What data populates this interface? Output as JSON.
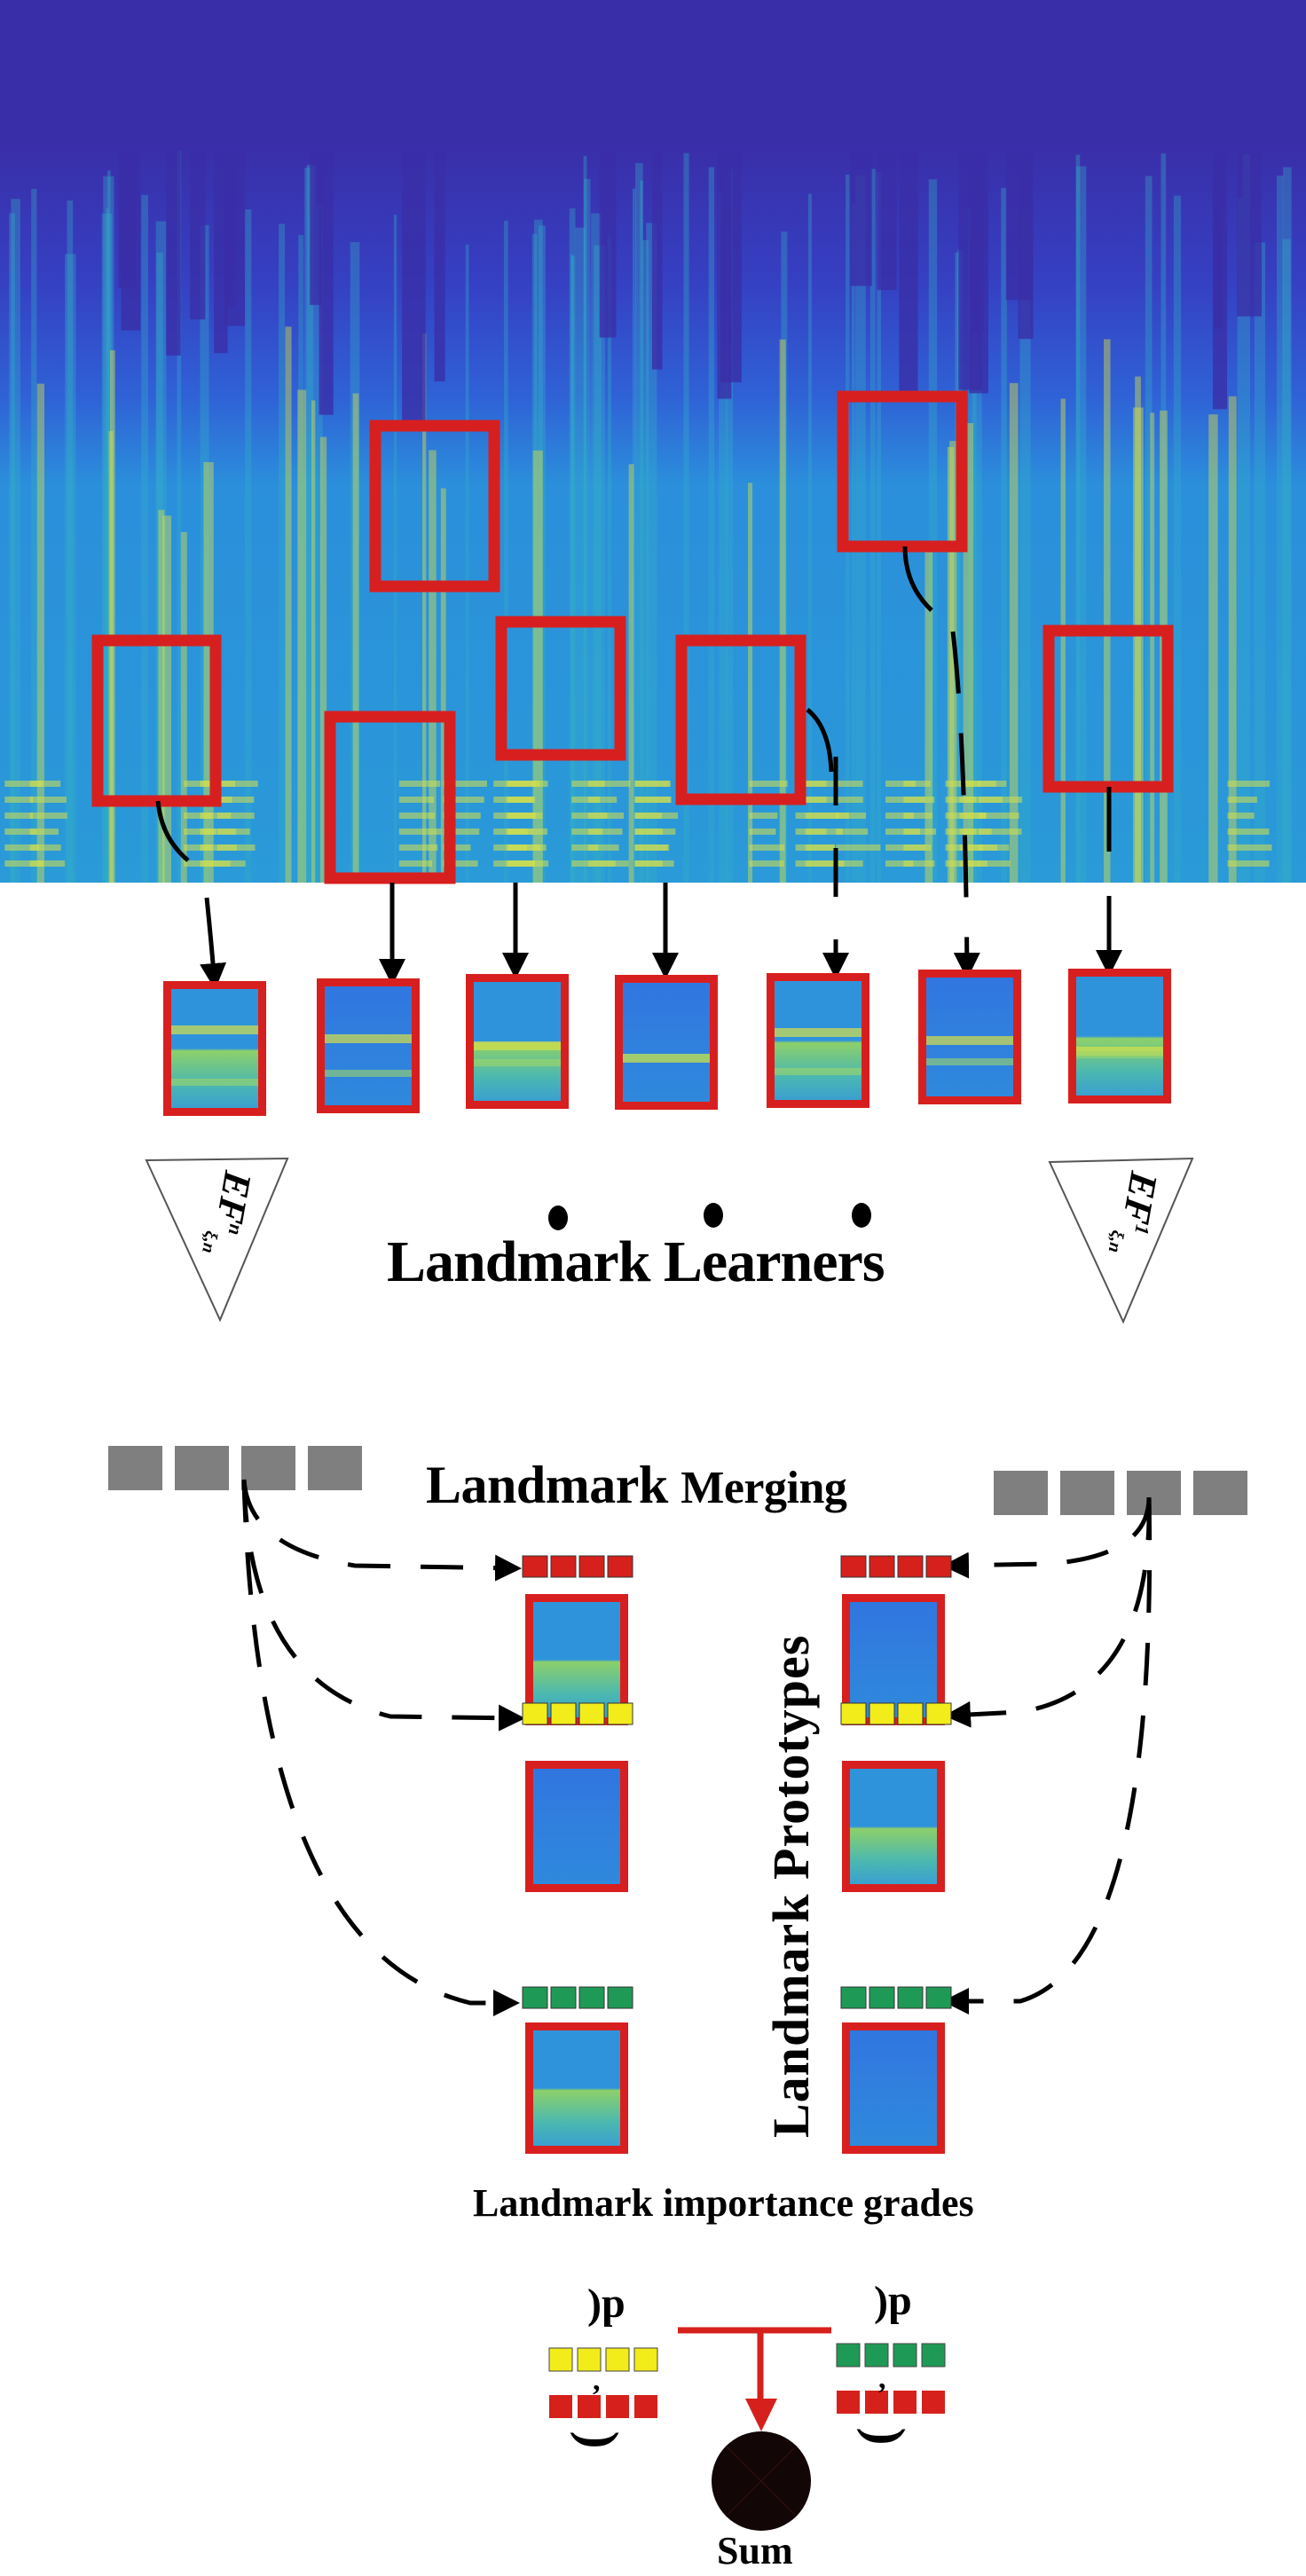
{
  "figure": {
    "type": "method-diagram",
    "colors": {
      "spectrogram_top": "#3a2ea8",
      "spectrogram_mid": "#2f5fd6",
      "spectrogram_low": "#2b95d8",
      "spectrogram_hi": "#d6e04a",
      "box_red": "#d81f1f",
      "arrow": "#000000",
      "grey_block": "#7f7f7f",
      "red_block": "#d6201c",
      "yellow_block": "#f2ec1a",
      "green_block": "#1f9a56",
      "sum_node": "#120606"
    }
  },
  "spectrogram": {
    "regions": [
      {
        "id": 1,
        "connector": "solid-curve"
      },
      {
        "id": 2,
        "connector": "solid-straight"
      },
      {
        "id": 3,
        "connector": "solid-straight"
      },
      {
        "id": 4,
        "connector": "solid-straight"
      },
      {
        "id": 5,
        "connector": "dashed-curve"
      },
      {
        "id": 6,
        "connector": "dashed-curve"
      },
      {
        "id": 7,
        "connector": "solid-straight"
      }
    ]
  },
  "landmark_learners": {
    "title": "Landmark Learners",
    "ellipsis": "• • •",
    "left_learner": {
      "base": "EF",
      "sup": "n",
      "sub": "ξ,n"
    },
    "right_learner": {
      "base": "EF",
      "sup": "1",
      "sub": "ξ,n"
    },
    "crop_count": 7
  },
  "landmark_merging": {
    "title_main": "Landmark",
    "title_rest": "Merging",
    "left_vector_cells": 4,
    "right_vector_cells": 4
  },
  "landmark_prototypes": {
    "title": "Landmark Prototypes",
    "rows": [
      {
        "grade_color": "red"
      },
      {
        "grade_color": "yellow"
      },
      {
        "grade_color": "green"
      }
    ]
  },
  "importance": {
    "title": "Landmark importance grades",
    "left_formula": {
      "fn": "d(",
      "close": ")",
      "comma": ",",
      "top": "yellow",
      "bottom": "red"
    },
    "right_formula": {
      "fn": "d(",
      "close": ")",
      "comma": ",",
      "top": "green",
      "bottom": "red"
    },
    "sum_label": "Sum"
  }
}
